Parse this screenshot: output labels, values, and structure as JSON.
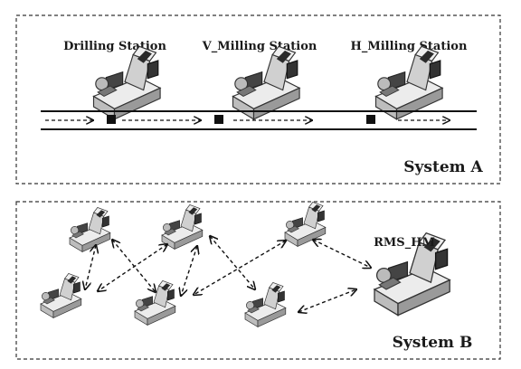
{
  "system_a": {
    "stations": [
      {
        "label": "Drilling Station"
      },
      {
        "label": "V_Milling Station"
      },
      {
        "label": "H_Milling Station"
      }
    ],
    "system_label": "System A"
  },
  "system_b": {
    "highlight_label": "RMS_HM",
    "system_label": "System B"
  },
  "colors": {
    "border": "#333333",
    "machine_light": "#d9d9d9",
    "machine_mid": "#9a9a9a",
    "machine_dark": "#2a2a2a",
    "arrow": "#111111"
  }
}
